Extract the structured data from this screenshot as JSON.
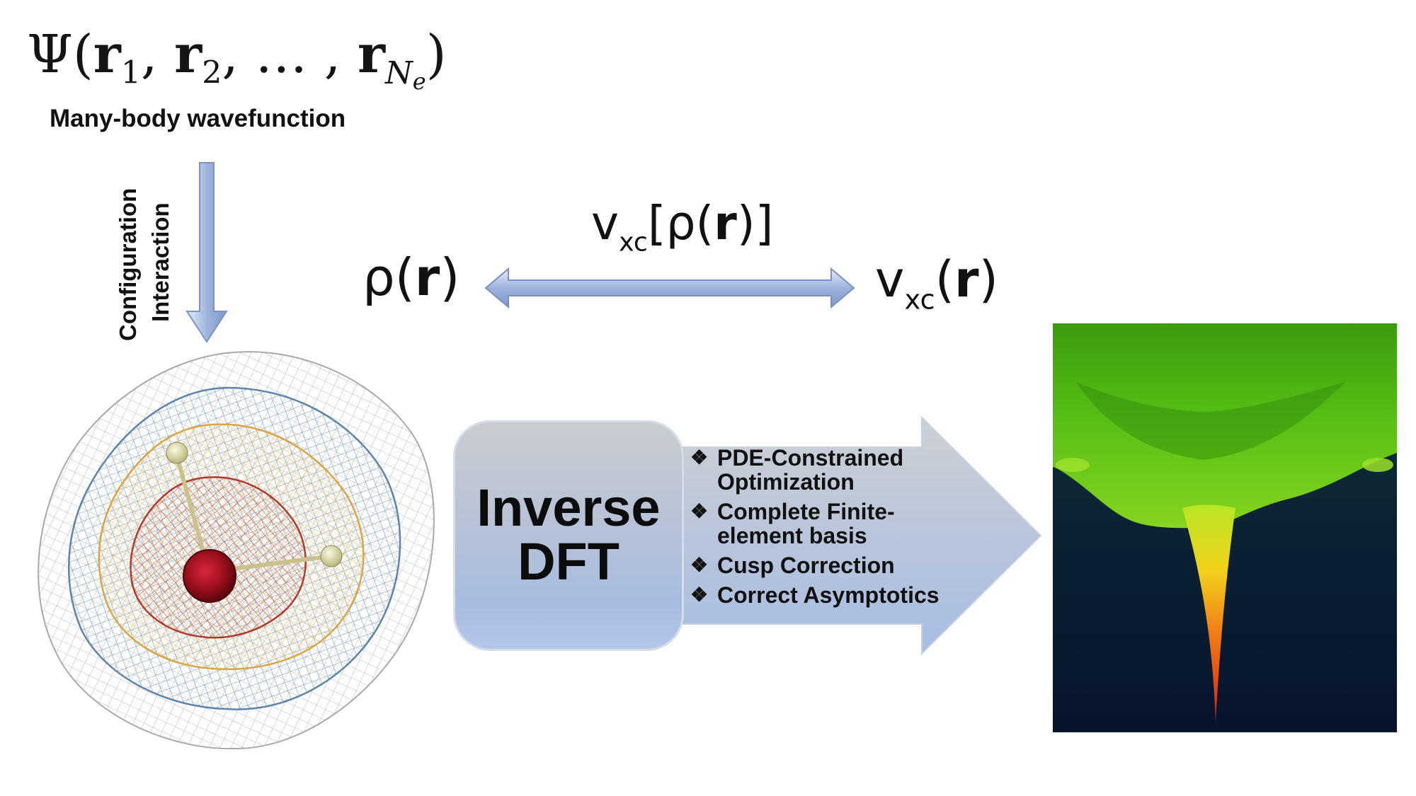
{
  "wavefunction": {
    "psi": "Ψ(",
    "r1": "r",
    "sub1": "1",
    "comma1": ", ",
    "r2": "r",
    "sub2": "2",
    "dots": ", … , ",
    "rN": "r",
    "subN": "N",
    "subE": "e",
    "close": ")",
    "caption": "Many-body wavefunction"
  },
  "ci_arrow": {
    "line1": "Configuration",
    "line2": "Interaction"
  },
  "density": {
    "rho_open": "ρ(",
    "r": "r",
    "close": ")"
  },
  "vxc_functional": {
    "v": "v",
    "sub": "xc",
    "open": "[ρ(",
    "r": "r",
    "close": ")]"
  },
  "vxc_potential": {
    "v": "v",
    "sub": "xc",
    "open": "(",
    "r": "r",
    "close": ")"
  },
  "inverse_dft": {
    "line1": "Inverse",
    "line2": "DFT"
  },
  "features": [
    {
      "bullet": "❖",
      "text": "PDE-Constrained Optimization"
    },
    {
      "bullet": "❖",
      "text": "Complete Finite-element basis"
    },
    {
      "bullet": "❖",
      "text": "Cusp Correction"
    },
    {
      "bullet": "❖",
      "text": "Correct Asymptotics"
    }
  ],
  "colors": {
    "arrow_fill": "#a4b8df",
    "arrow_stroke": "#6d86bb",
    "big_arrow_top": "#c9ccd2",
    "big_arrow_bottom": "#a9bfe4",
    "potential_background": "#0b1b33",
    "potential_green": "#3fae10",
    "potential_spike": "#e63212"
  }
}
